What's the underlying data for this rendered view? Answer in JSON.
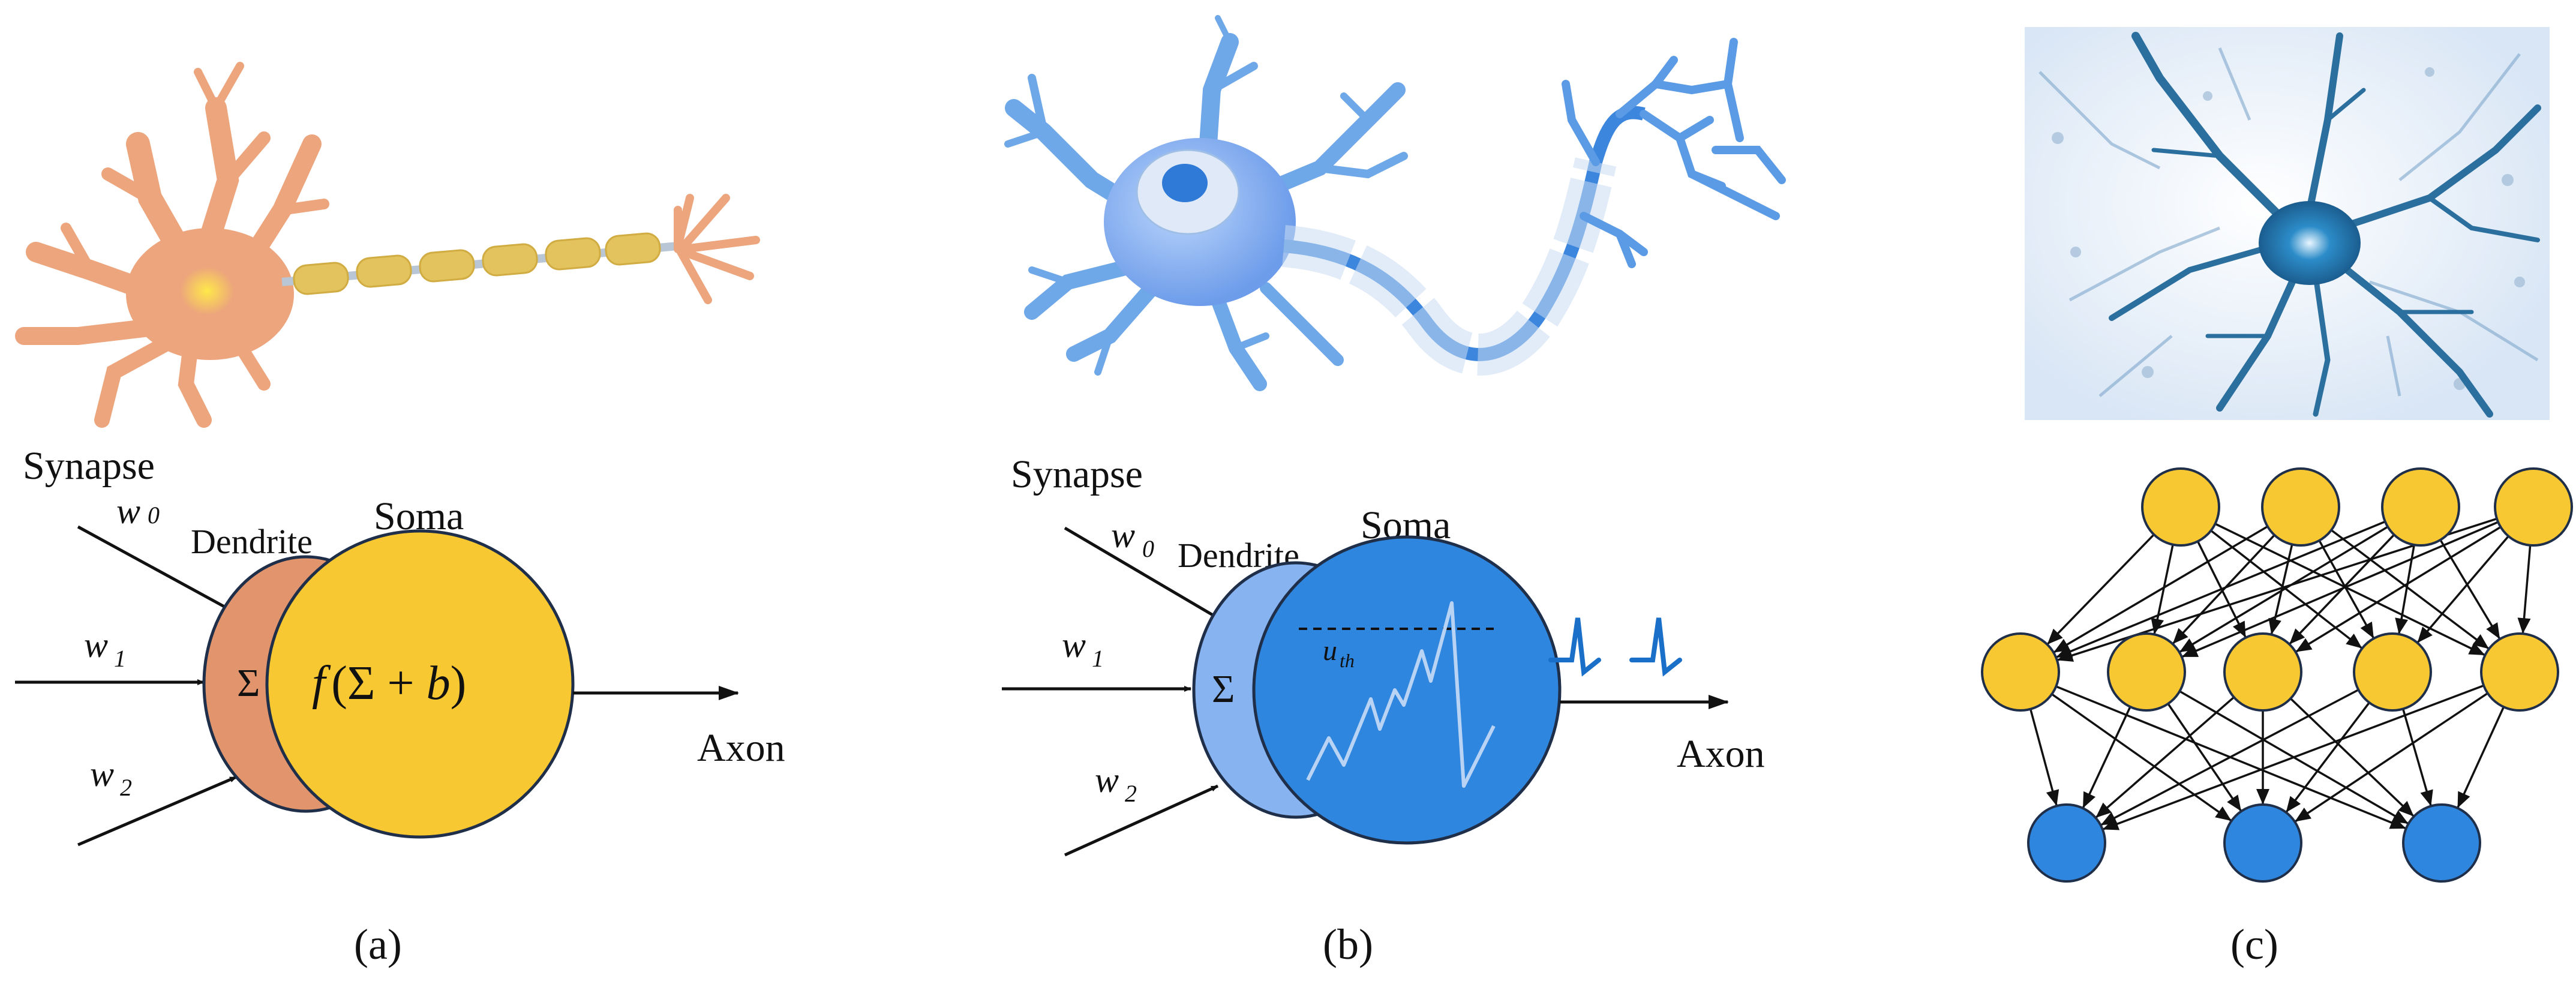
{
  "panel_a": {
    "caption": "(a)",
    "synapse": "Synapse",
    "dendrite": "Dendrite",
    "soma": "Soma",
    "axon": "Axon",
    "w0": "w",
    "w0_sub": "0",
    "w1": "w",
    "w1_sub": "1",
    "w2": "w",
    "w2_sub": "2",
    "sigma": "Σ",
    "func_f": "f",
    "func_open": "(Σ + ",
    "func_b": "b",
    "func_close": ")",
    "colors": {
      "dendrite": "#e2946c",
      "soma": "#f8c832",
      "neuron_body": "#eca57c",
      "myelin": "#e3c35d"
    }
  },
  "panel_b": {
    "caption": "(b)",
    "synapse": "Synapse",
    "dendrite": "Dendrite",
    "soma": "Soma",
    "axon": "Axon",
    "w0": "w",
    "w0_sub": "0",
    "w1": "w",
    "w1_sub": "1",
    "w2": "w",
    "w2_sub": "2",
    "sigma": "Σ",
    "threshold": "u",
    "threshold_sub": "th",
    "colors": {
      "dendrite": "#87b3f0",
      "soma": "#2e86de",
      "spike": "#1a6fc8"
    }
  },
  "panel_c": {
    "caption": "(c)",
    "layers": [
      4,
      5,
      3
    ],
    "colors": {
      "hidden": "#f8c832",
      "output": "#2e86de",
      "edge": "#111111"
    }
  }
}
